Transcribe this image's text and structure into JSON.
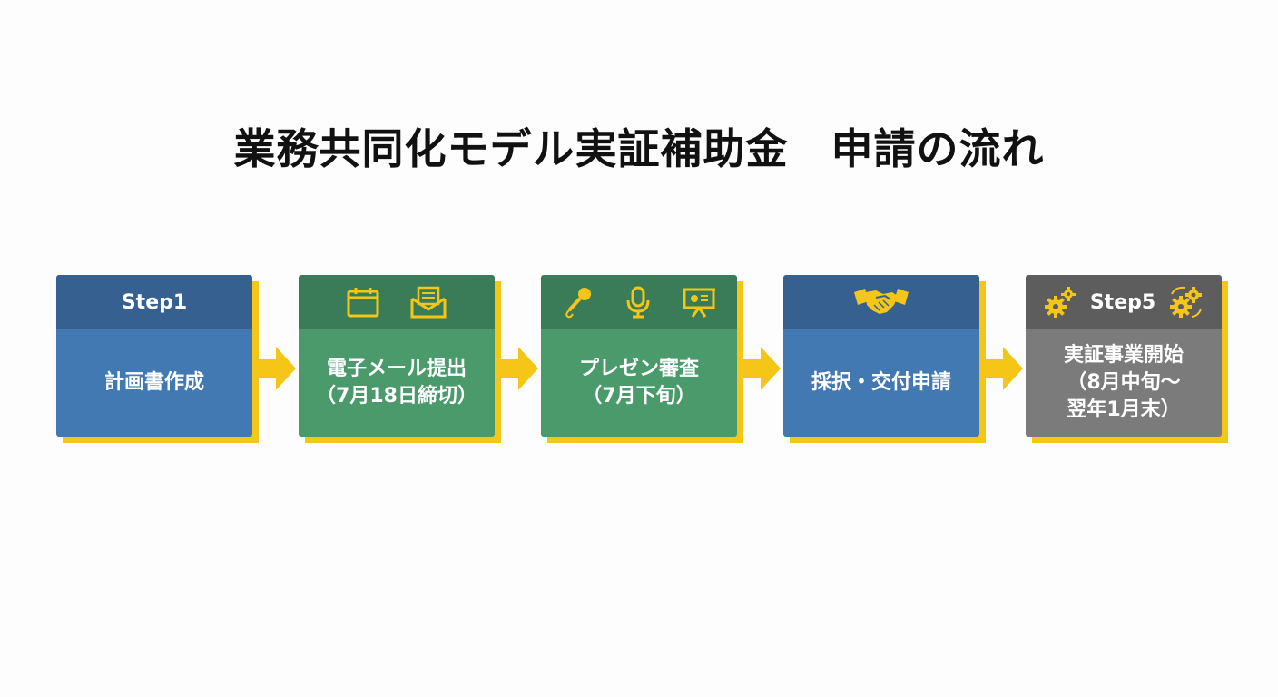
{
  "title": "業務共同化モデル実証補助金　申請の流れ",
  "steps": [
    {
      "head": "Step1",
      "lines": [
        "計画書作成"
      ],
      "icons": []
    },
    {
      "head": "",
      "lines": [
        "電子メール提出",
        "（7月18日締切）"
      ],
      "icons": [
        "calendar-icon",
        "envelope-icon"
      ]
    },
    {
      "head": "",
      "lines": [
        "プレゼン審査",
        "（7月下旬）"
      ],
      "icons": [
        "microphone-icon",
        "podcast-mic-icon",
        "presentation-board-icon"
      ]
    },
    {
      "head": "",
      "lines": [
        "採択・交付申請"
      ],
      "icons": [
        "handshake-icon"
      ]
    },
    {
      "head": "Step5",
      "lines": [
        "実証事業開始",
        "（8月中旬～",
        "翌年1月末）"
      ],
      "icons": [
        "gears-icon",
        "gears-cycle-icon"
      ]
    }
  ],
  "colors": {
    "blue_head": "#35608f",
    "blue_body": "#4279b3",
    "green_head": "#3a7c58",
    "green_body": "#4a9a6c",
    "gray_head": "#5d5d5d",
    "gray_body": "#7b7b7b",
    "accent_yellow": "#f5c518"
  }
}
